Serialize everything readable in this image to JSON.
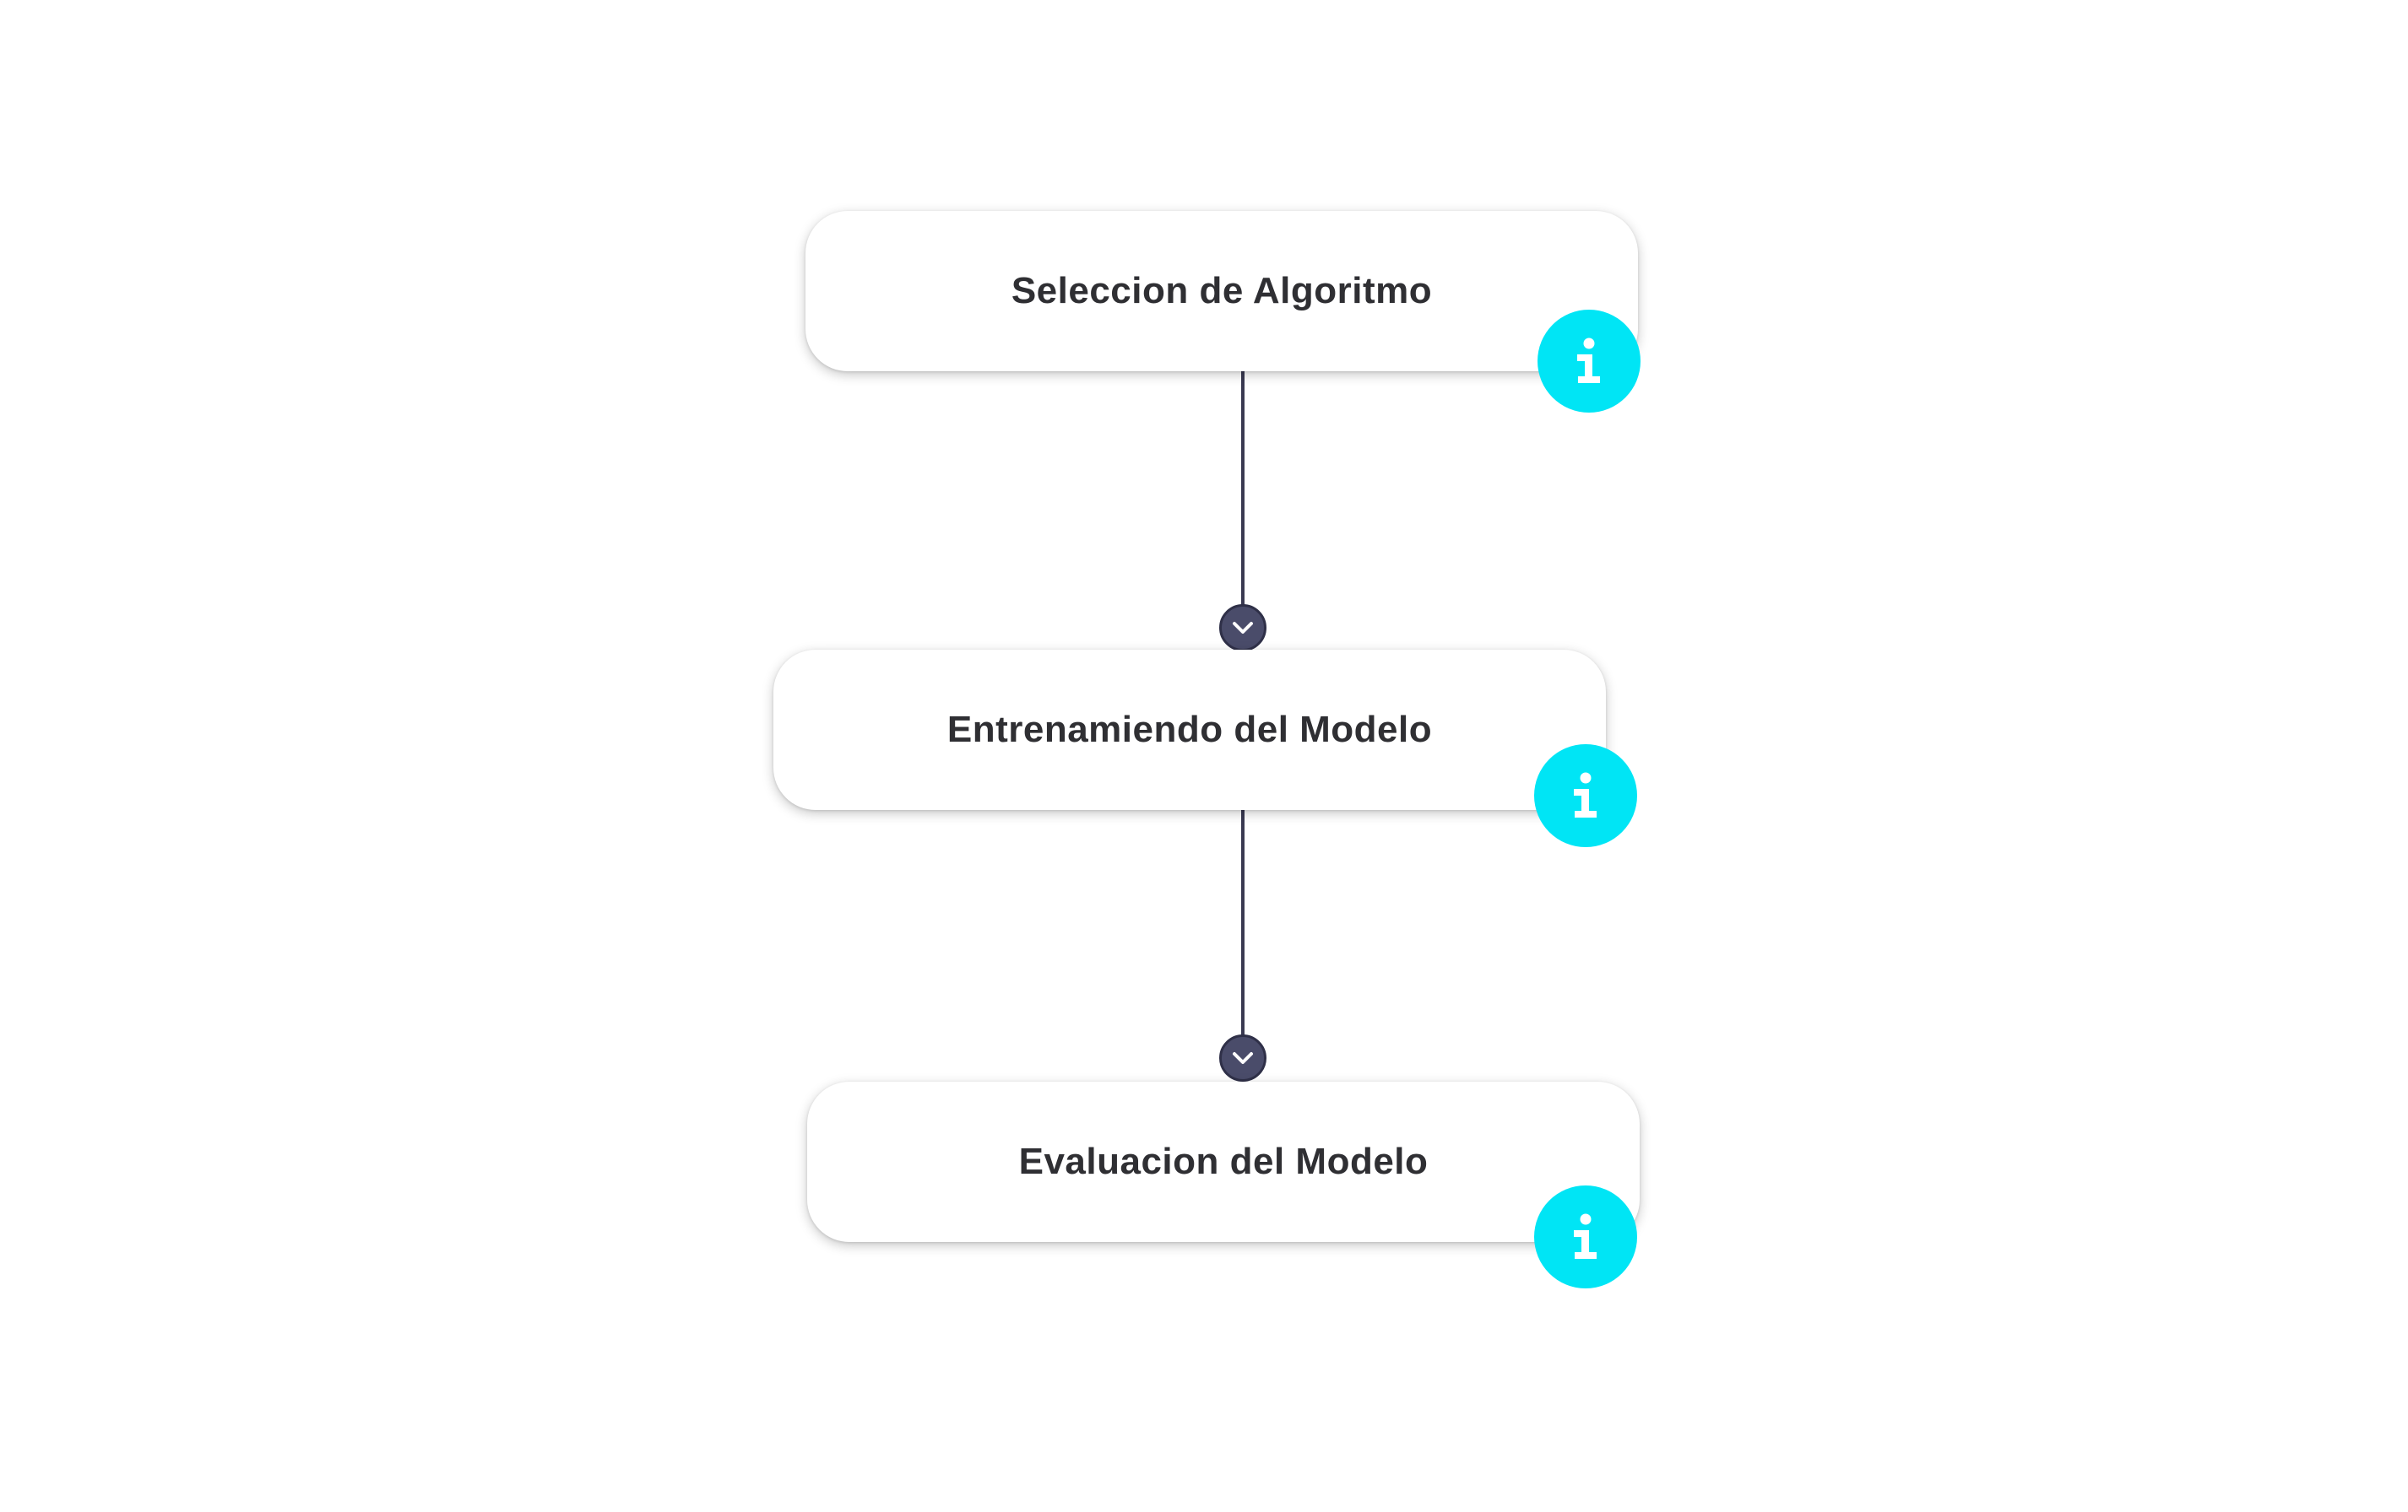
{
  "diagram": {
    "steps": [
      {
        "label": "Seleccion de Algoritmo",
        "info_icon": "info-icon"
      },
      {
        "label": "Entrenamiendo del Modelo",
        "info_icon": "info-icon"
      },
      {
        "label": "Evaluacion del Modelo",
        "info_icon": "info-icon"
      }
    ],
    "connector_icon": "chevron-down-icon",
    "colors": {
      "info_accent": "#00e5f5",
      "connector": "#3a3a52",
      "arrow_node": "#4a4c6a",
      "text": "#2f2f33"
    }
  }
}
